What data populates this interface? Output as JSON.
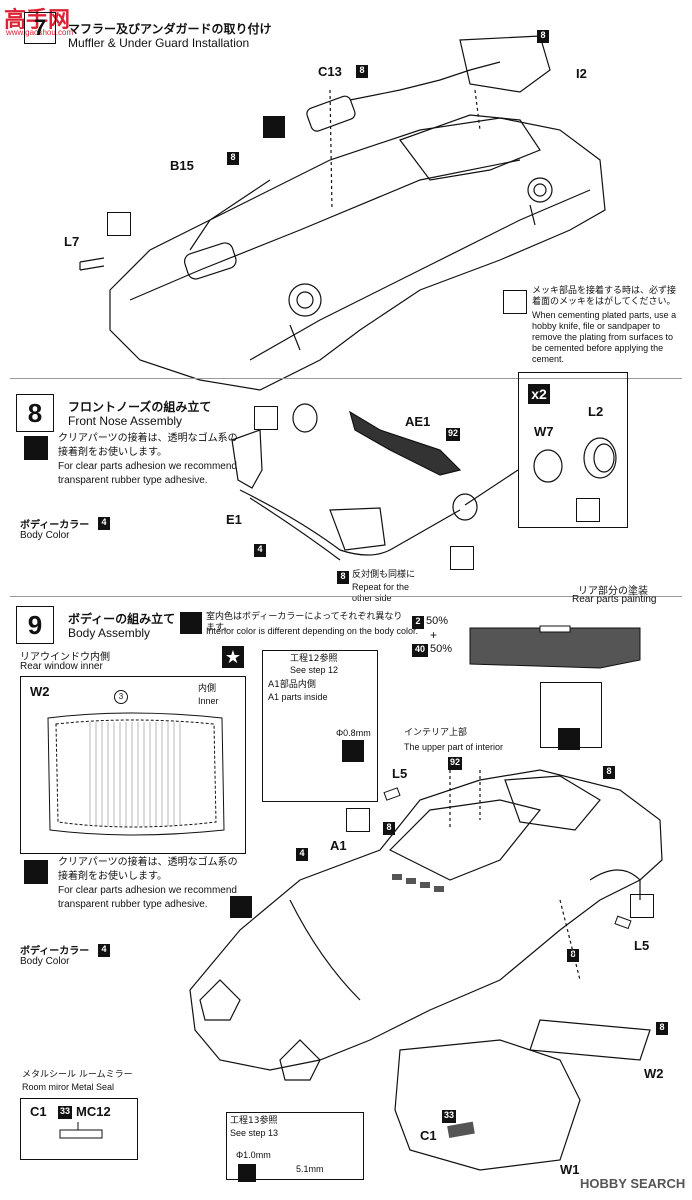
{
  "watermark_top": "高手网",
  "watermark_url": "www.gaoshou.com",
  "watermark_bottom": "HOBBY SEARCH",
  "step7": {
    "num": "7",
    "title_jp": "マフラー及びアンダガードの取り付け",
    "title_en": "Muffler & Under Guard Installation",
    "parts": {
      "c13": "C13",
      "b15": "B15",
      "l7": "L7",
      "i2": "I2"
    },
    "color_code": "8",
    "note_jp": "メッキ部品を接着する時は、必ず接着面のメッキをはがしてください。",
    "note_en": "When cementing plated parts, use a hobby knife, file or sandpaper to remove the plating from surfaces to be cemented before applying the cement."
  },
  "step8": {
    "num": "8",
    "title_jp": "フロントノーズの組み立て",
    "title_en": "Front Nose Assembly",
    "clear_jp": "クリアパーツの接着は、透明なゴム系の接着剤をお使いします。",
    "clear_en": "For clear parts adhesion we recommend transparent rubber type adhesive.",
    "body_color_jp": "ボディーカラー",
    "body_color_en": "Body Color",
    "body_color_code": "4",
    "parts": {
      "ae1": "AE1",
      "e1": "E1",
      "w7": "W7",
      "l2": "L2"
    },
    "ae1_code": "92",
    "e1_code": "4",
    "x2": "x2",
    "repeat_code": "8",
    "repeat_jp": "反対側も同様に",
    "repeat_en": "Repeat for the other side"
  },
  "step9": {
    "num": "9",
    "title_jp": "ボディーの組み立て",
    "title_en": "Body Assembly",
    "interior_jp": "室内色はボディーカラーによってそれぞれ異なります。",
    "interior_en": "Interior color is different depending on the body color.",
    "rear_window_jp": "リアウインドウ内側",
    "rear_window_en": "Rear window inner",
    "w2": "W2",
    "inner_jp": "内側",
    "inner_en": "Inner",
    "window_code": "3",
    "step12_jp": "工程12参照",
    "step12_en": "See step 12",
    "a1_inside_jp": "A1部品内側",
    "a1_inside_en": "A1 parts inside",
    "dim_08": "Φ0.8mm",
    "rear_paint_jp": "リア部分の塗装",
    "rear_paint_en": "Rear parts painting",
    "mix": [
      {
        "code": "2",
        "pct": "50%"
      },
      {
        "code": "40",
        "pct": "50%"
      }
    ],
    "plus": "+",
    "interior_top_jp": "インテリア上部",
    "interior_top_en": "The upper part of interior",
    "interior_code": "92",
    "l5_top": "L5",
    "l5_code": "8",
    "a1": "A1",
    "a1_code": "4",
    "l5_right": "L5",
    "code_8a": "8",
    "code_8b": "8",
    "code_8c": "8",
    "w2b": "W2",
    "w1": "W1",
    "c1": "C1",
    "c1_code": "33",
    "clear_jp": "クリアパーツの接着は、透明なゴム系の接着剤をお使いします。",
    "clear_en": "For clear parts adhesion we recommend transparent rubber type adhesive.",
    "body_color_jp": "ボディーカラー",
    "body_color_en": "Body Color",
    "body_color_code": "4",
    "seal_jp": "メタルシール ルームミラー",
    "seal_en": "Room miror Metal Seal",
    "seal_c1": "C1",
    "seal_code": "33",
    "seal_mc": "MC12",
    "step13_jp": "工程13参照",
    "step13_en": "See step 13",
    "dim_10": "Φ1.0mm",
    "dim_51": "5.1mm"
  }
}
